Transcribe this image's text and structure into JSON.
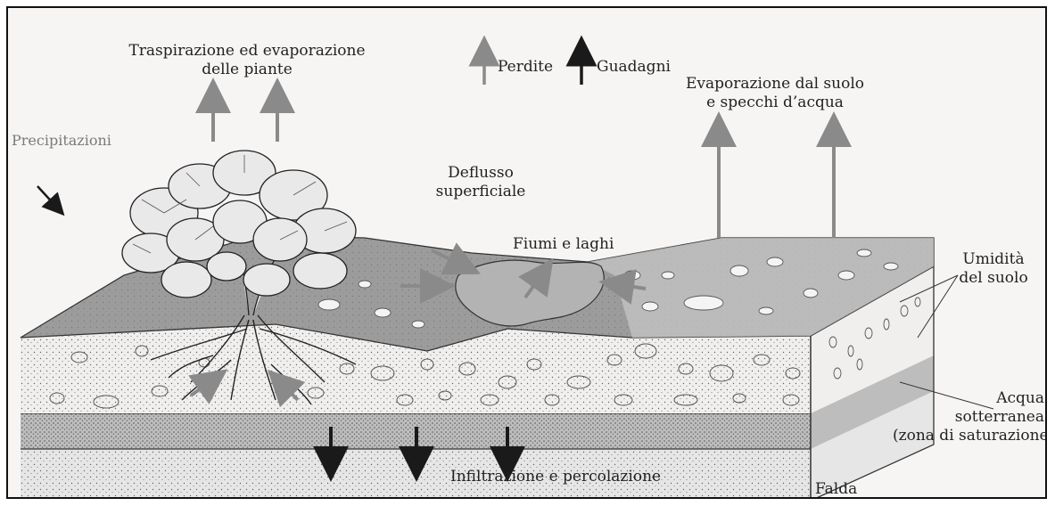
{
  "legend": {
    "losses": "Perdite",
    "gains": "Guadagni"
  },
  "labels": {
    "transpiration": [
      "Traspirazione ed evaporazione",
      "delle piante"
    ],
    "precipitation": "Precipitazioni",
    "runoff": [
      "Deflusso",
      "superficiale"
    ],
    "rivers_lakes": "Fiumi e laghi",
    "soil_evaporation": [
      "Evaporazione dal suolo",
      "e specchi d’acqua"
    ],
    "soil_moisture": [
      "Umidità",
      "del suolo"
    ],
    "groundwater": [
      "Acqua",
      "sotterranea",
      "(zona di saturazione)"
    ],
    "infiltration": "Infiltrazione e percolazione",
    "water_table": "Falda"
  },
  "colors": {
    "loss_arrow": "#8a8a8a",
    "gain_arrow": "#1a1a1a",
    "surface": "#9a9a9a",
    "soil": "#eeeeee",
    "saturated": "#bdbdbd",
    "water": "#b4b4b4"
  }
}
